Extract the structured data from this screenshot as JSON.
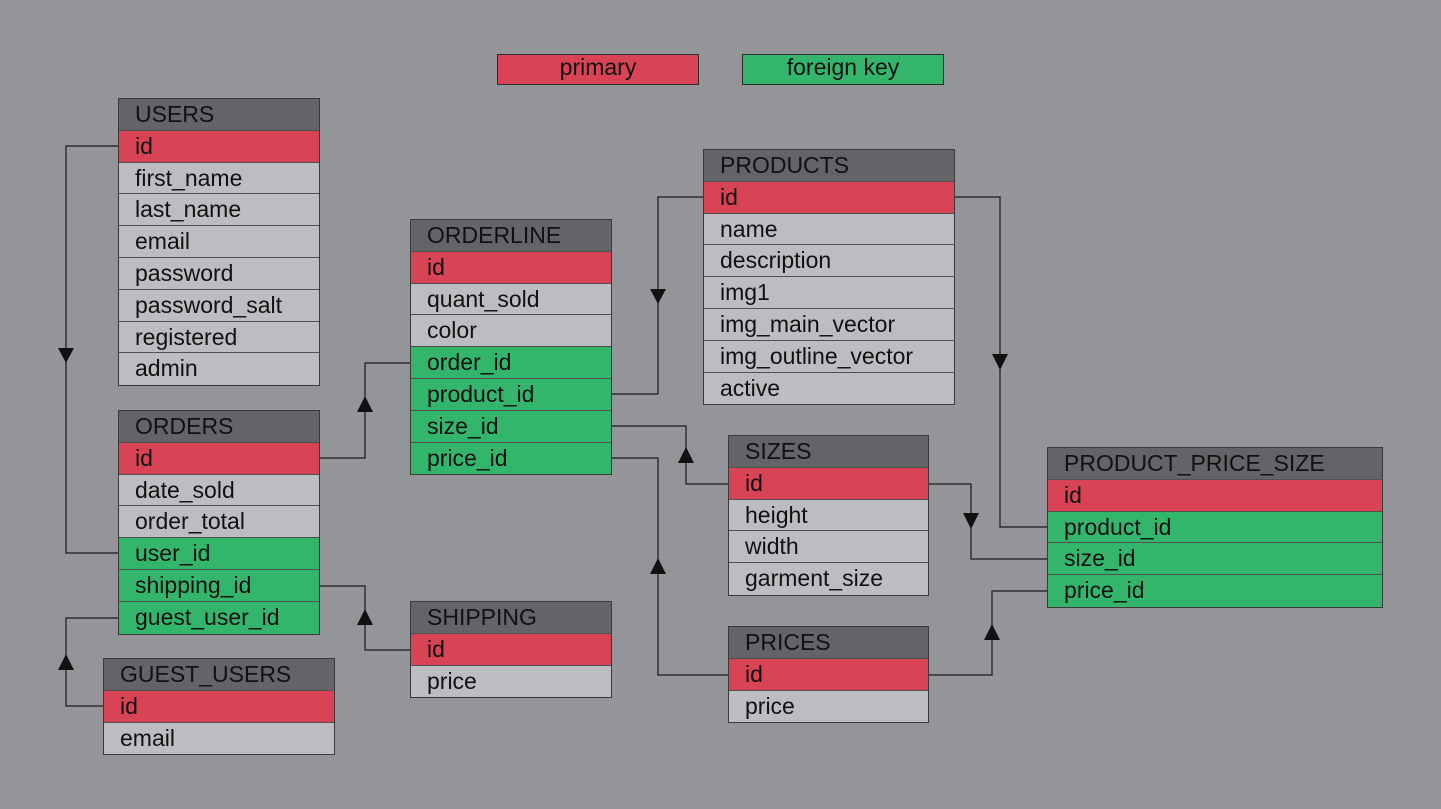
{
  "legend": {
    "primary_label": "primary",
    "foreign_label": "foreign key",
    "primary_color": "#d84356",
    "foreign_color": "#33b66c"
  },
  "entities": {
    "users": {
      "title": "USERS",
      "fields": [
        {
          "name": "id",
          "kind": "primary"
        },
        {
          "name": "first_name",
          "kind": "attribute"
        },
        {
          "name": "last_name",
          "kind": "attribute"
        },
        {
          "name": "email",
          "kind": "attribute"
        },
        {
          "name": "password",
          "kind": "attribute"
        },
        {
          "name": "password_salt",
          "kind": "attribute"
        },
        {
          "name": "registered",
          "kind": "attribute"
        },
        {
          "name": "admin",
          "kind": "attribute"
        }
      ]
    },
    "orders": {
      "title": "ORDERS",
      "fields": [
        {
          "name": "id",
          "kind": "primary"
        },
        {
          "name": "date_sold",
          "kind": "attribute"
        },
        {
          "name": "order_total",
          "kind": "attribute"
        },
        {
          "name": "user_id",
          "kind": "foreign"
        },
        {
          "name": "shipping_id",
          "kind": "foreign"
        },
        {
          "name": "guest_user_id",
          "kind": "foreign"
        }
      ]
    },
    "guest_users": {
      "title": "GUEST_USERS",
      "fields": [
        {
          "name": "id",
          "kind": "primary"
        },
        {
          "name": "email",
          "kind": "attribute"
        }
      ]
    },
    "orderline": {
      "title": "ORDERLINE",
      "fields": [
        {
          "name": "id",
          "kind": "primary"
        },
        {
          "name": "quant_sold",
          "kind": "attribute"
        },
        {
          "name": "color",
          "kind": "attribute"
        },
        {
          "name": "order_id",
          "kind": "foreign"
        },
        {
          "name": "product_id",
          "kind": "foreign"
        },
        {
          "name": "size_id",
          "kind": "foreign"
        },
        {
          "name": "price_id",
          "kind": "foreign"
        }
      ]
    },
    "shipping": {
      "title": "SHIPPING",
      "fields": [
        {
          "name": "id",
          "kind": "primary"
        },
        {
          "name": "price",
          "kind": "attribute"
        }
      ]
    },
    "products": {
      "title": "PRODUCTS",
      "fields": [
        {
          "name": "id",
          "kind": "primary"
        },
        {
          "name": "name",
          "kind": "attribute"
        },
        {
          "name": "description",
          "kind": "attribute"
        },
        {
          "name": "img1",
          "kind": "attribute"
        },
        {
          "name": "img_main_vector",
          "kind": "attribute"
        },
        {
          "name": "img_outline_vector",
          "kind": "attribute"
        },
        {
          "name": "active",
          "kind": "attribute"
        }
      ]
    },
    "sizes": {
      "title": "SIZES",
      "fields": [
        {
          "name": "id",
          "kind": "primary"
        },
        {
          "name": "height",
          "kind": "attribute"
        },
        {
          "name": "width",
          "kind": "attribute"
        },
        {
          "name": "garment_size",
          "kind": "attribute"
        }
      ]
    },
    "prices": {
      "title": "PRICES",
      "fields": [
        {
          "name": "id",
          "kind": "primary"
        },
        {
          "name": "price",
          "kind": "attribute"
        }
      ]
    },
    "product_price_size": {
      "title": "PRODUCT_PRICE_SIZE",
      "fields": [
        {
          "name": "id",
          "kind": "primary"
        },
        {
          "name": "product_id",
          "kind": "foreign"
        },
        {
          "name": "size_id",
          "kind": "foreign"
        },
        {
          "name": "price_id",
          "kind": "foreign"
        }
      ]
    }
  }
}
